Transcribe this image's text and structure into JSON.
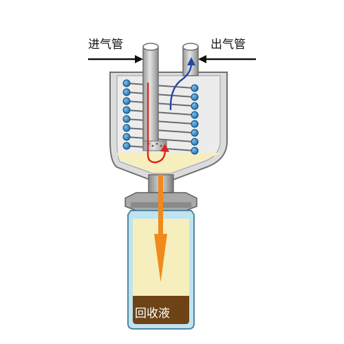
{
  "labels": {
    "inlet": "进气管",
    "outlet": "出气管",
    "recovered_liquid": "回收液"
  },
  "icons": {
    "inlet_arrow": "arrow-right-icon",
    "outlet_arrow": "arrow-left-icon"
  },
  "colors": {
    "vessel_fill": "#dcdcdc",
    "vessel_stroke": "#707070",
    "coil_ball": "#2a85c9",
    "liquid": "#f6efbd",
    "sediment": "#6e4316",
    "bottle_glass": "#bfe3ef",
    "inflow_arrow": "#e2231a",
    "outflow_arrow": "#2346a8",
    "drip_arrow": "#f08a1c"
  }
}
